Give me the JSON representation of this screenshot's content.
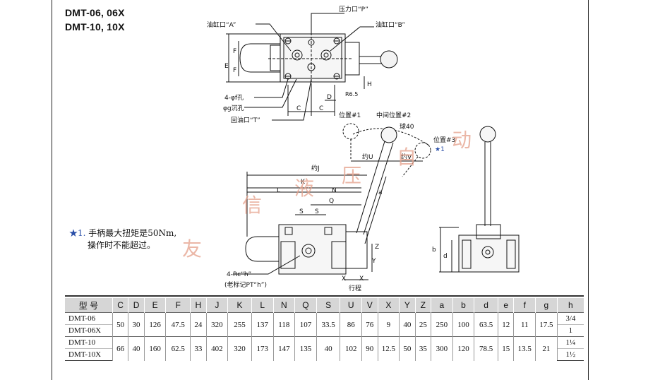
{
  "models": {
    "line1": "DMT-06, 06X",
    "line2": "DMT-10, 10X"
  },
  "labels": {
    "port_a": "油缸口“A”",
    "port_p": "压力口“P”",
    "port_b": "油缸口“B”",
    "holes_f": "4-φf孔",
    "counterbore_g": "φg沉孔",
    "port_t": "回油口“T”",
    "pos1": "位置#1",
    "pos2": "中间位置#2",
    "pos3": "位置#3",
    "ball": "球40",
    "star1": "★1",
    "approx_u": "约U",
    "approx_v": "约V",
    "approx_j": "约J",
    "rc_h": "4-Rc“h”",
    "old_pt": "(老标记PT“h”)",
    "stroke": "行程",
    "dim_E": "E",
    "dim_F1": "F",
    "dim_F2": "F",
    "dim_H": "H",
    "dim_C1": "C",
    "dim_C2": "C",
    "dim_D": "D",
    "dim_R": "R6.5",
    "dim_K": "K",
    "dim_L": "L",
    "dim_N": "N",
    "dim_Q": "Q",
    "dim_S1": "S",
    "dim_S2": "S",
    "dim_a": "a",
    "dim_Z": "Z",
    "dim_Y": "Y",
    "dim_X1": "X",
    "dim_X2": "X",
    "dim_b": "b",
    "dim_d": "d"
  },
  "watermark": [
    "友",
    "信",
    "液",
    "压",
    "自",
    "动"
  ],
  "note": {
    "star": "★1.",
    "line1": "手柄最大扭矩是50Nm,",
    "line2": "操作时不能超过。"
  },
  "table": {
    "headers": [
      "型 号",
      "C",
      "D",
      "E",
      "F",
      "H",
      "J",
      "K",
      "L",
      "N",
      "Q",
      "S",
      "U",
      "V",
      "X",
      "Y",
      "Z",
      "a",
      "b",
      "d",
      "e",
      "f",
      "g",
      "h"
    ],
    "groups": [
      {
        "models": [
          "DMT-06",
          "DMT-06X"
        ],
        "values": [
          "50",
          "30",
          "126",
          "47.5",
          "24",
          "320",
          "255",
          "137",
          "118",
          "107",
          "33.5",
          "86",
          "76",
          "9",
          "40",
          "25",
          "250",
          "100",
          "63.5",
          "12",
          "11",
          "17.5"
        ],
        "h": [
          "3/4",
          "1"
        ]
      },
      {
        "models": [
          "DMT-10",
          "DMT-10X"
        ],
        "values": [
          "66",
          "40",
          "160",
          "62.5",
          "33",
          "402",
          "320",
          "173",
          "147",
          "135",
          "40",
          "102",
          "90",
          "12.5",
          "50",
          "35",
          "300",
          "120",
          "78.5",
          "15",
          "13.5",
          "21"
        ],
        "h": [
          "1¼",
          "1½"
        ]
      }
    ]
  },
  "colors": {
    "star": "#2a4fa8",
    "watermark": "#e5a08a",
    "header_bg": "#d6d6d6"
  }
}
